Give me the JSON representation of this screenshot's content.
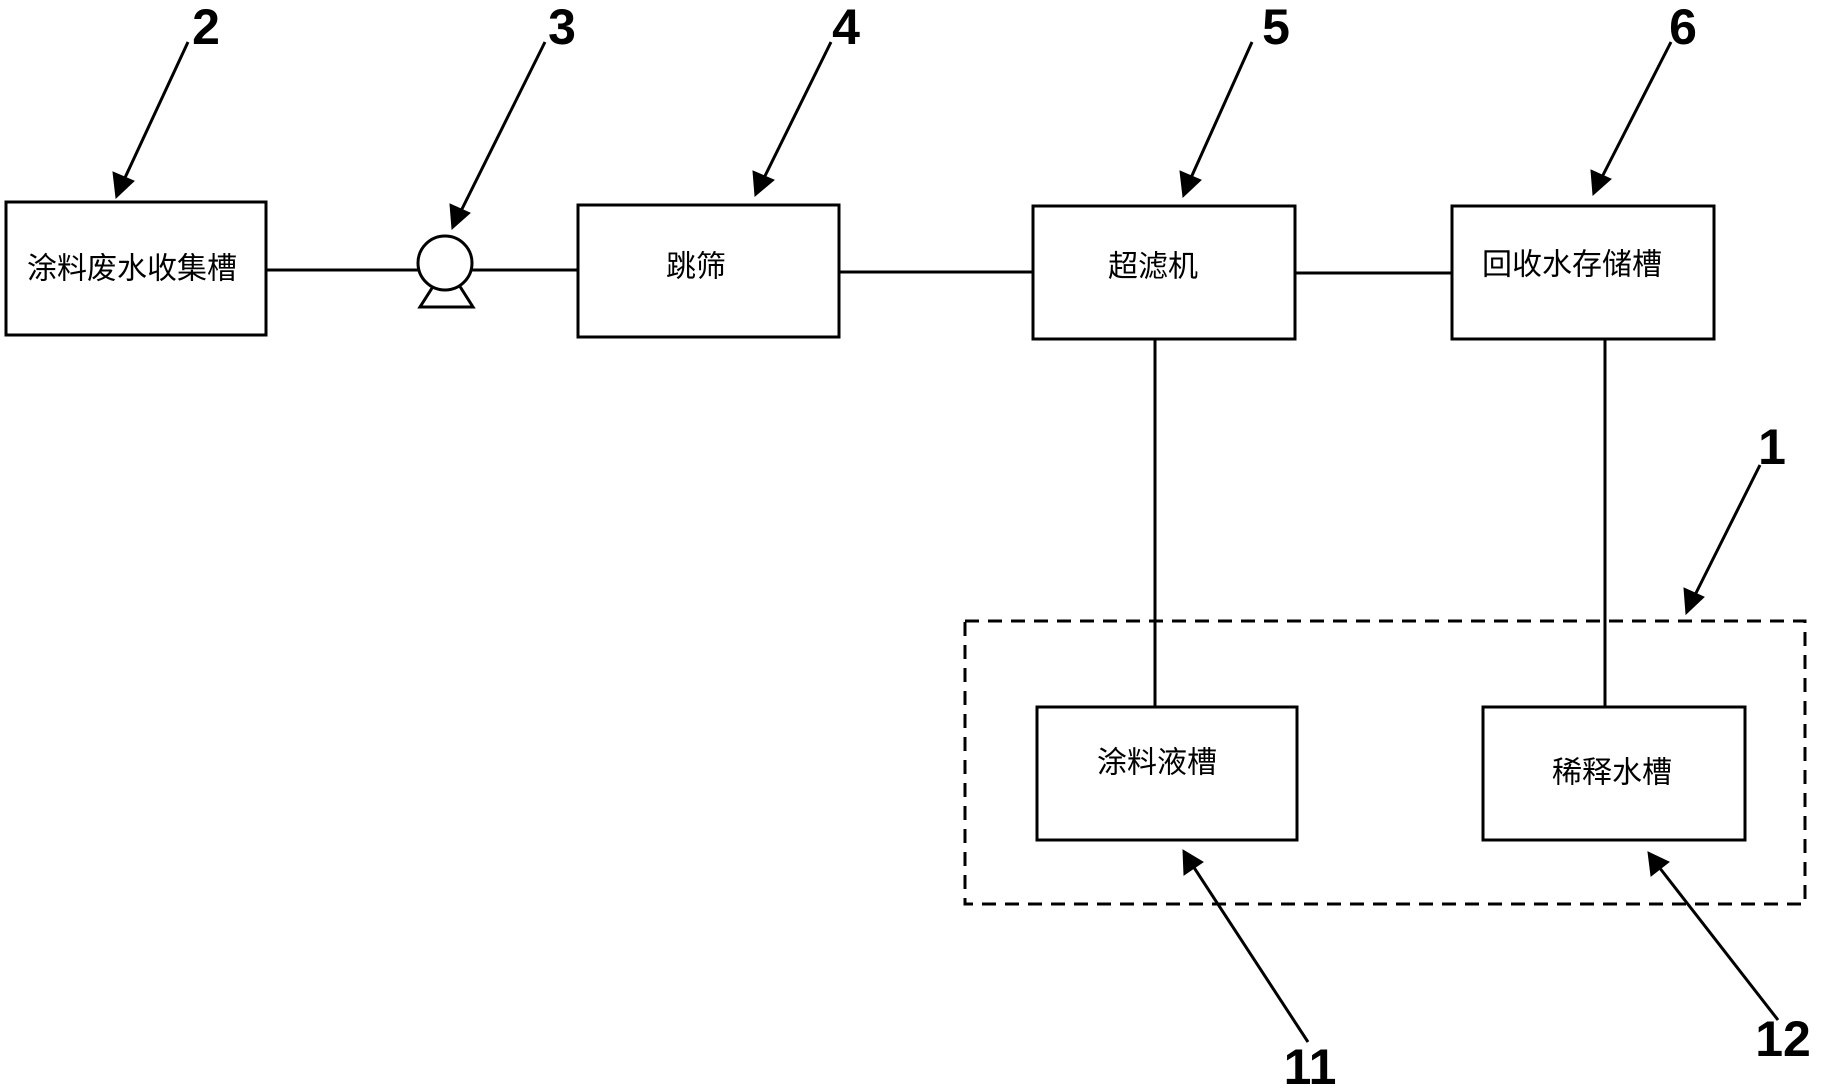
{
  "boxes": {
    "collection_tank": "涂料废水收集槽",
    "vibrating_screen": "跳筛",
    "ultrafilter": "超滤机",
    "recovered_water_tank": "回收水存储槽",
    "coating_tank": "涂料液槽",
    "dilution_tank": "稀释水槽"
  },
  "refs": {
    "r1": "1",
    "r2": "2",
    "r3": "3",
    "r4": "4",
    "r5": "5",
    "r6": "6",
    "r11": "11",
    "r12": "12"
  }
}
